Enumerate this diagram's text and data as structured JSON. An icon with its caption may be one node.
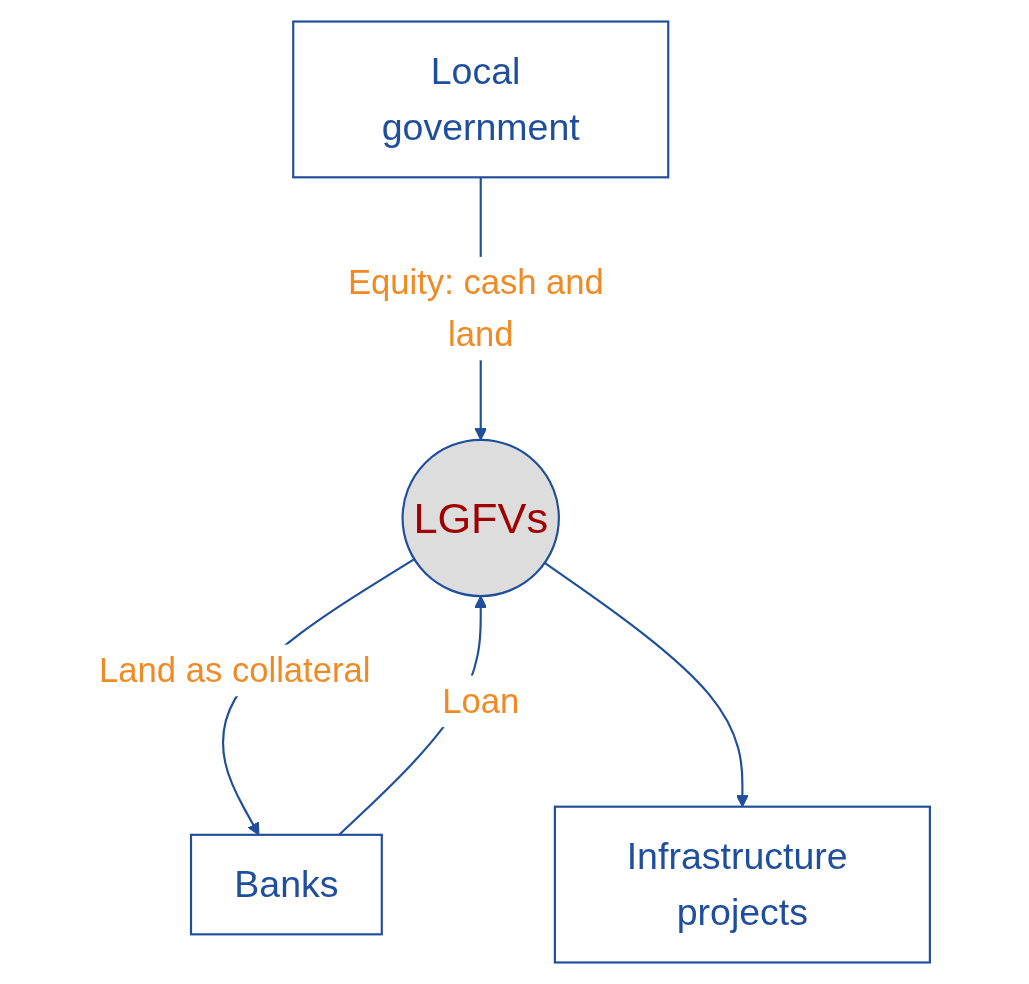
{
  "diagram": {
    "nodes": [
      {
        "text": [
          "Local government"
        ]
      },
      {
        "text": [
          "Banks"
        ]
      },
      {
        "text": [
          "LGFVs"
        ]
      },
      {
        "text": [
          "Infrastructure projects"
        ]
      }
    ],
    "edges": [
      {
        "from": 0,
        "to": 2,
        "arrow": "to",
        "label": "Equity: cash and land"
      },
      {
        "from": 1,
        "to": 2,
        "arrow": "to",
        "label": "Loan"
      },
      {
        "from": 2,
        "to": 1,
        "arrow": "to",
        "label": "Land as collateral"
      },
      {
        "from": 2,
        "to": 3,
        "arrow": "to"
      }
    ]
  }
}
